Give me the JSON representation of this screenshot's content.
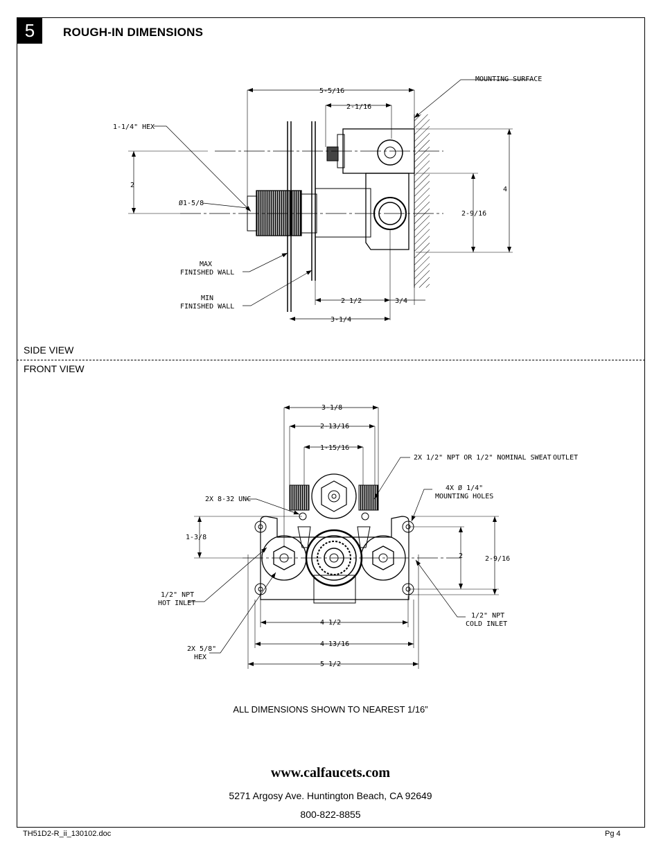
{
  "section": {
    "number": "5",
    "title": "ROUGH-IN DIMENSIONS"
  },
  "side_view": {
    "label": "SIDE VIEW",
    "callouts": {
      "mounting_surface": "MOUNTING SURFACE",
      "hex": "1-1/4\" HEX",
      "dia": "Ø1-5/8",
      "max_wall_1": "MAX",
      "max_wall_2": "FINISHED WALL",
      "min_wall_1": "MIN",
      "min_wall_2": "FINISHED WALL"
    },
    "dimensions": {
      "overall_depth": "5-5/16",
      "upper_depth": "2-1/16",
      "height_2": "2",
      "height_4": "4",
      "height_2_9_16": "2-9/16",
      "depth_2_1_2": "2 1/2",
      "depth_3_4": "3/4",
      "depth_3_1_4": "3-1/4"
    }
  },
  "front_view": {
    "label": "FRONT VIEW",
    "callouts": {
      "outlet_1": "2X 1/2\" NPT OR 1/2\" NOMINAL SWEAT",
      "outlet_2": "OUTLET",
      "unc": "2X 8-32 UNC",
      "holes_1": "4X Ø 1/4\"",
      "holes_2": "MOUNTING HOLES",
      "hot_1": "1/2\" NPT",
      "hot_2": "HOT INLET",
      "cold_1": "1/2\" NPT",
      "cold_2": "COLD INLET",
      "hex_1": "2X 5/8\"",
      "hex_2": "HEX"
    },
    "dimensions": {
      "w_3_1_8": "3-1/8",
      "w_2_13_16": "2-13/16",
      "w_1_15_16": "1-15/16",
      "h_1_3_8": "1-3/8",
      "h_2": "2",
      "h_2_9_16": "2-9/16",
      "w_4_1_2": "4 1/2",
      "w_4_13_16": "4-13/16",
      "w_5_1_2": "5 1/2"
    }
  },
  "note": "ALL DIMENSIONS SHOWN TO NEAREST 1/16”",
  "footer": {
    "website": "www.calfaucets.com",
    "address": "5271 Argosy Ave. Huntington Beach, CA 92649",
    "phone": "800-822-8855",
    "doc_id": "TH51D2-R_ii_130102.doc",
    "page": "Pg 4"
  }
}
